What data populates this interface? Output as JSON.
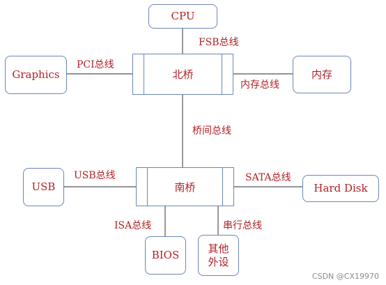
{
  "nodes": {
    "cpu": "CPU",
    "north_bridge": "北桥",
    "graphics": "Graphics",
    "memory": "内存",
    "south_bridge": "南桥",
    "usb": "USB",
    "hard_disk": "Hard Disk",
    "bios": "BIOS",
    "other_peripherals": "其他\n外设"
  },
  "buses": {
    "fsb": "FSB总线",
    "pci": "PCI总线",
    "memory_bus": "内存总线",
    "inter_bridge": "桥间总线",
    "usb_bus": "USB总线",
    "sata": "SATA总线",
    "isa": "ISA总线",
    "serial": "串行总线"
  },
  "colors": {
    "text": "#b11f24",
    "border": "#6a86b8",
    "line": "#555555"
  },
  "watermark": "CSDN @CX19970"
}
